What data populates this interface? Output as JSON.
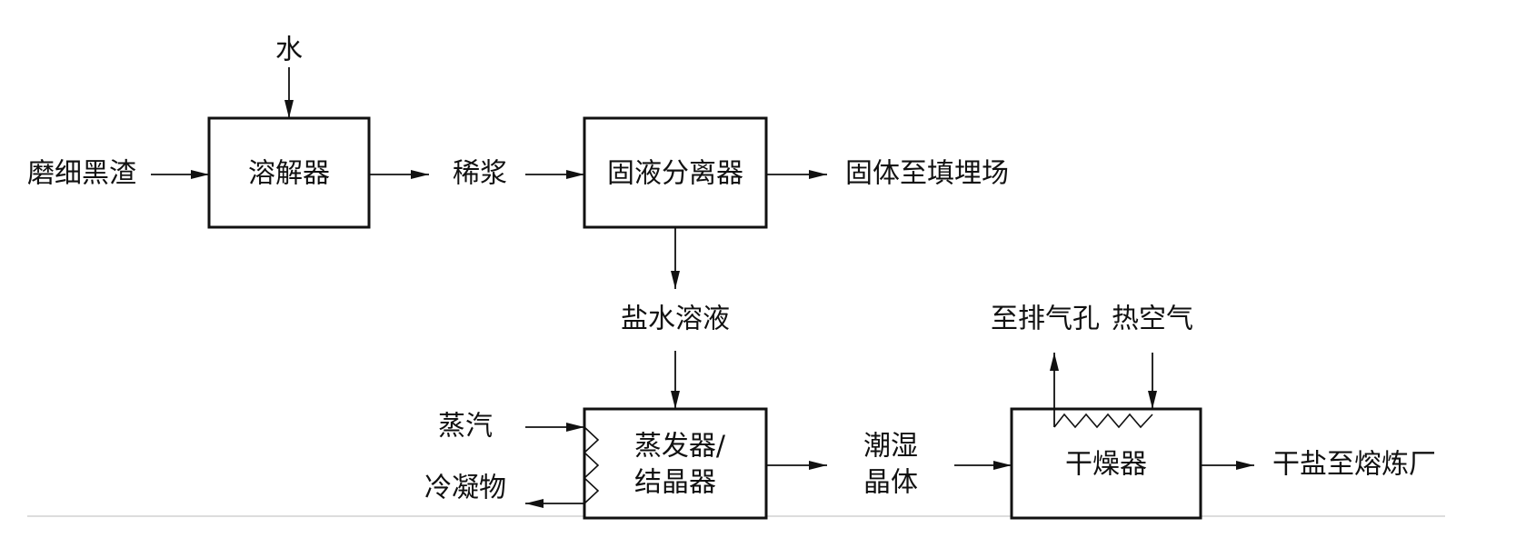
{
  "flow": {
    "inputs": {
      "water": "水",
      "black_slag": "磨细黑渣",
      "steam": "蒸汽",
      "hot_air": "热空气"
    },
    "units": {
      "dissolver": "溶解器",
      "separator": "固液分离器",
      "evaporator_line1": "蒸发器/",
      "evaporator_line2": "结晶器",
      "dryer": "干燥器"
    },
    "streams": {
      "slurry": "稀浆",
      "brine": "盐水溶液",
      "wet_crystals_line1": "潮湿",
      "wet_crystals_line2": "晶体"
    },
    "outputs": {
      "solids": "固体至填埋场",
      "condensate": "冷凝物",
      "vent": "至排气孔",
      "dry_salt": "干盐至熔炼厂"
    }
  }
}
